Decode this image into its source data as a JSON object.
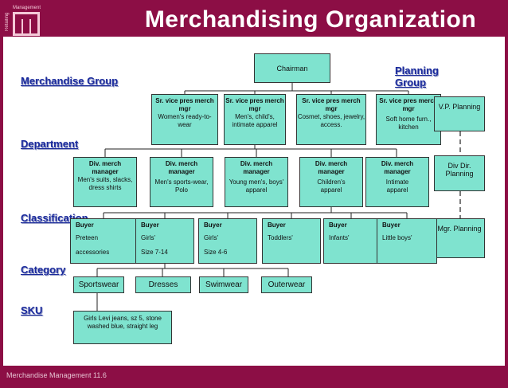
{
  "slide": {
    "title": "Merchandising Organization",
    "footer": "Merchandise Management  11.6",
    "logo_side": "Retailing",
    "logo_top": "Management"
  },
  "levels": {
    "merchandise_group": "Merchandise Group",
    "planning_group": "Planning Group",
    "department": "Department",
    "classification": "Classification",
    "category": "Category",
    "sku": "SKU"
  },
  "chairman": "Chairman",
  "vps": [
    {
      "title": "Sr. vice pres merch mgr",
      "desc": "Women's ready-to-wear"
    },
    {
      "title": "Sr. vice pres merch mgr",
      "desc": "Men's, child's, intimate apparel"
    },
    {
      "title": "Sr. vice pres merch mgr",
      "desc": "Cosmet, shoes, jewelry, access."
    },
    {
      "title": "Sr. vice pres merch mgr",
      "desc": "Soft home furn., kitchen"
    }
  ],
  "divs": [
    {
      "title": "Div. merch manager",
      "desc": "Men's suits, slacks, dress shirts"
    },
    {
      "title": "Div. merch manager",
      "desc": "Men's sports-wear, Polo"
    },
    {
      "title": "Div. merch manager",
      "desc": "Young men's, boys' apparel"
    },
    {
      "title": "Div. merch manager",
      "desc": "Children's apparel"
    },
    {
      "title": "Div. merch manager",
      "desc": "Intimate apparel"
    }
  ],
  "buyers": [
    {
      "title": "Buyer",
      "line1": "Preteen",
      "line2": "accessories"
    },
    {
      "title": "Buyer",
      "line1": "Girls'",
      "line2": "Size 7-14"
    },
    {
      "title": "Buyer",
      "line1": "Girls'",
      "line2": "Size 4-6"
    },
    {
      "title": "Buyer",
      "line1": "Toddlers'",
      "line2": ""
    },
    {
      "title": "Buyer",
      "line1": "Infants'",
      "line2": ""
    },
    {
      "title": "Buyer",
      "line1": "Little boys'",
      "line2": ""
    }
  ],
  "planning": {
    "vp": "V.P. Planning",
    "div": "Div Dir. Planning",
    "mgr": "Mgr. Planning"
  },
  "categories": [
    "Sportswear",
    "Dresses",
    "Swimwear",
    "Outerwear"
  ],
  "sku": "Girls Levi jeans,   sz 5, stone washed blue, straight leg",
  "colors": {
    "background": "#8c0e45",
    "box_fill": "#7fe3cf",
    "level_label": "#1a2a9c"
  }
}
